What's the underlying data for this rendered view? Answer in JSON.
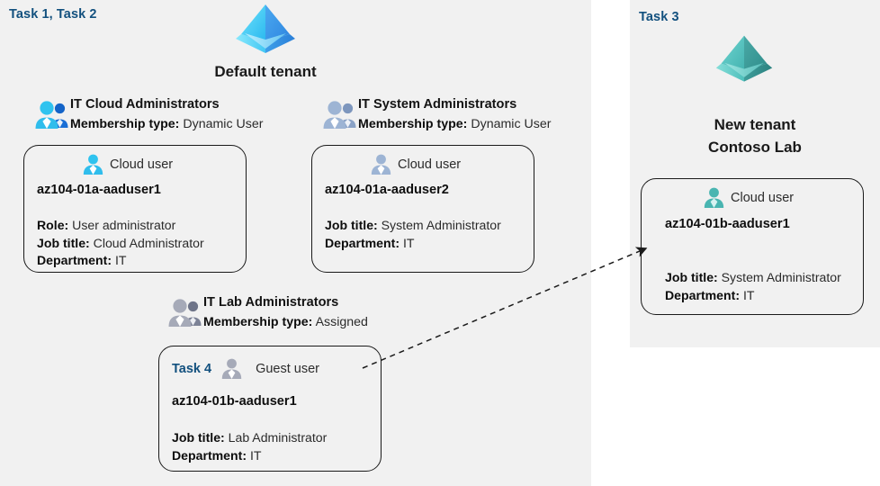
{
  "panels": {
    "left": {
      "task_label": "Task 1, Task 2"
    },
    "right": {
      "task_label": "Task 3"
    }
  },
  "tenants": {
    "default": {
      "title": "Default tenant",
      "icon": "azure-ad-tenant-icon",
      "color": "#40c3f7"
    },
    "new": {
      "line1": "New  tenant",
      "line2": "Contoso Lab",
      "icon": "azure-ad-tenant-icon",
      "color": "#3fb5b0"
    }
  },
  "groups": [
    {
      "name": "IT Cloud Administrators",
      "meta_label": "Membership type:",
      "meta_value": "Dynamic User",
      "icon": "group-users-icon",
      "color": "#29b6e8"
    },
    {
      "name": "IT System Administrators",
      "meta_label": "Membership type:",
      "meta_value": "Dynamic User",
      "icon": "group-users-icon",
      "color": "#8fa8cb"
    },
    {
      "name": "IT Lab Administrators",
      "meta_label": "Membership type:",
      "meta_value": "Assigned",
      "icon": "group-users-icon",
      "color": "#9b9fae"
    }
  ],
  "cards": [
    {
      "task_tag": "",
      "kind": "Cloud user",
      "icon": "cloud-user-icon",
      "icon_color": "#29b6e8",
      "username": "az104-01a-aaduser1",
      "props": [
        {
          "label": "Role:",
          "value": "User administrator"
        },
        {
          "label": "Job title:",
          "value": "Cloud Administrator"
        },
        {
          "label": "Department:",
          "value": "IT"
        }
      ]
    },
    {
      "task_tag": "",
      "kind": "Cloud user",
      "icon": "cloud-user-icon",
      "icon_color": "#8fa8cb",
      "username": "az104-01a-aaduser2",
      "props": [
        {
          "label": "Job title:",
          "value": "System Administrator"
        },
        {
          "label": "Department:",
          "value": "IT"
        }
      ]
    },
    {
      "task_tag": "Task 4",
      "kind": "Guest user",
      "icon": "guest-user-icon",
      "icon_color": "#9b9fae",
      "username": "az104-01b-aaduser1",
      "props": [
        {
          "label": "Job title:",
          "value": "Lab Administrator"
        },
        {
          "label": "Department:",
          "value": "IT"
        }
      ]
    },
    {
      "task_tag": "",
      "kind": "Cloud user",
      "icon": "cloud-user-icon",
      "icon_color": "#3fb5b0",
      "username": "az104-01b-aaduser1",
      "props": [
        {
          "label": "Job title:",
          "value": "System Administrator"
        },
        {
          "label": "Department:",
          "value": "IT"
        }
      ]
    }
  ],
  "connector": {
    "name": "guest-user-migration-arrow",
    "style": "dashed",
    "color": "#1a1a1a"
  }
}
